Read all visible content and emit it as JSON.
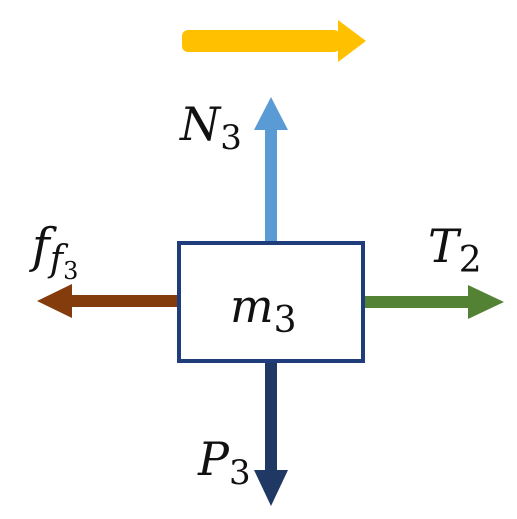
{
  "diagram": {
    "block": {
      "symbol": "m",
      "subscript": "3",
      "fill": "#ffffff",
      "stroke": "#1f3d7a"
    },
    "motion_arrow": {
      "direction": "right",
      "color": "#ffc000"
    },
    "forces": {
      "normal": {
        "symbol": "N",
        "subscript": "3",
        "direction": "up",
        "color": "#5b9bd5"
      },
      "weight": {
        "symbol": "P",
        "subscript": "3",
        "direction": "down",
        "color": "#1f3864"
      },
      "tension": {
        "symbol": "T",
        "subscript": "2",
        "direction": "right",
        "color": "#548235"
      },
      "friction": {
        "symbol": "f",
        "subscript": "f",
        "sub_subscript": "3",
        "direction": "left",
        "color": "#843c0c"
      }
    }
  }
}
